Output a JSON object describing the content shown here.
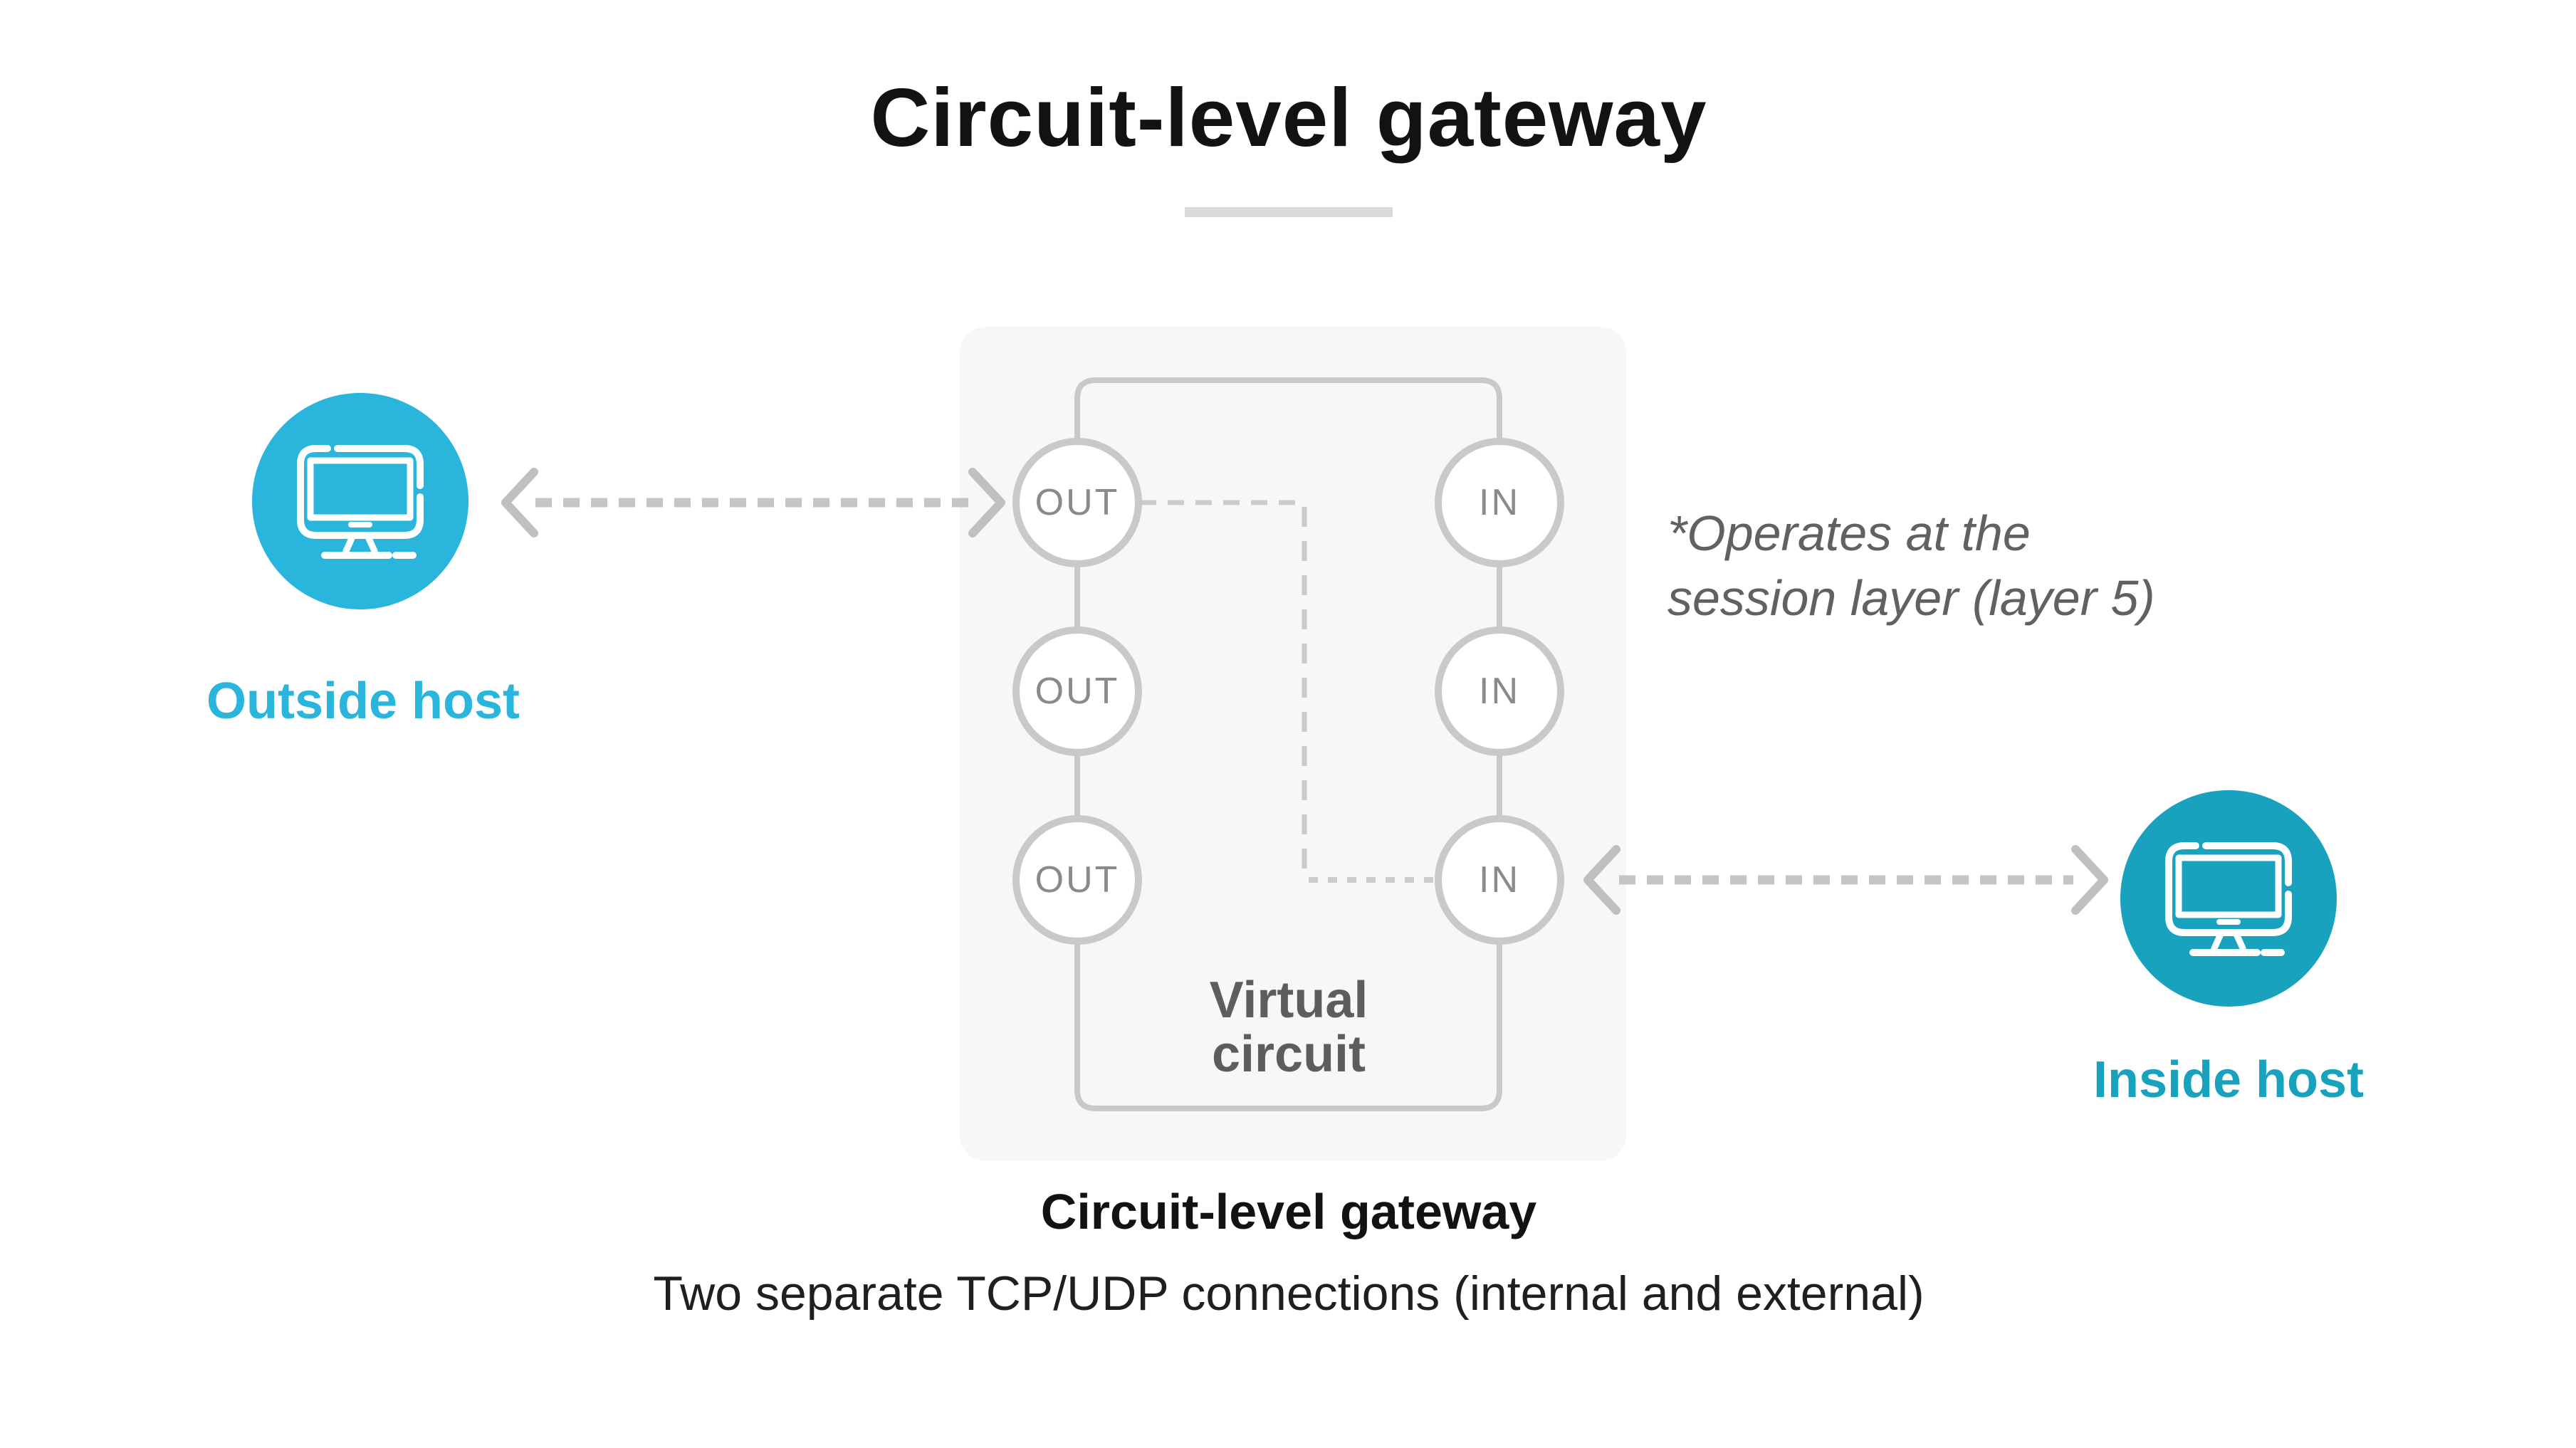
{
  "title": "Circuit-level gateway",
  "hosts": {
    "outside": {
      "label": "Outside host"
    },
    "inside": {
      "label": "Inside host"
    }
  },
  "gateway": {
    "ports_out": [
      "OUT",
      "OUT",
      "OUT"
    ],
    "ports_in": [
      "IN",
      "IN",
      "IN"
    ],
    "virtual_circuit": {
      "line1": "Virtual",
      "line2": "circuit"
    }
  },
  "annotation": {
    "line1": "*Operates at the",
    "line2": "session layer (layer 5)"
  },
  "caption": {
    "heading": "Circuit-level gateway",
    "subheading": "Two separate TCP/UDP connections (internal and external)"
  },
  "icons": {
    "outside_host": "monitor-icon",
    "inside_host": "monitor-icon"
  },
  "colors": {
    "outside_host_color": "#2ab5dd",
    "inside_host_color": "#18a2bd",
    "box_bg": "#f7f7f7",
    "line_gray": "#c9c9c9",
    "internal_dash_color": "#cccccc",
    "arrow_dash_color": "#c5c5c5",
    "arrow_head_color": "#c0c0c0",
    "port_text_color": "#8a8a8a",
    "virtual_circuit_color": "#5d5d5d",
    "annotation_color": "#616161",
    "title_color": "#121212",
    "caption_color": "#121212",
    "subcaption_color": "#1f1f1f",
    "underline_color": "#d9d9d9"
  }
}
